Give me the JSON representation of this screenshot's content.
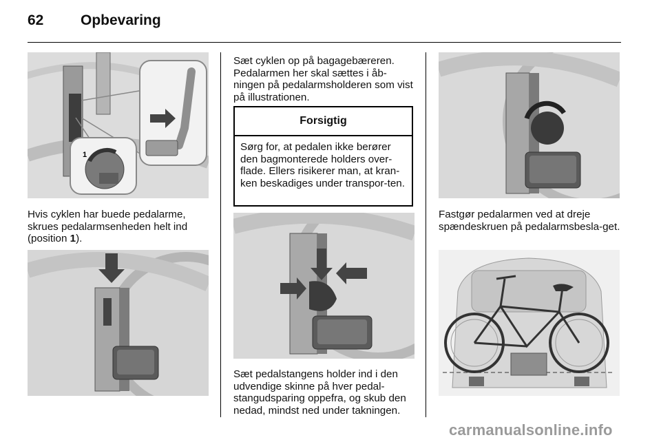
{
  "header": {
    "page_number": "62",
    "chapter_title": "Opbevaring"
  },
  "column1": {
    "paragraph_a": "Hvis cyklen har buede pedalarme, skrues pedalarmsenheden helt ind (position ",
    "paragraph_bold": "1",
    "paragraph_b": ")."
  },
  "column2": {
    "paragraph_top": "Sæt cyklen op på bagagebæreren. Pedalarmen her skal sættes i åb-ningen på pedalarmsholderen som vist på illustrationen.",
    "caution_title": "Forsigtig",
    "caution_text": "Sørg for, at pedalen ikke berører den bagmonterede holders over-flade. Ellers risikerer man, at kran-ken beskadiges under transpor-ten.",
    "paragraph_bottom": "Sæt pedalstangens holder ind i den udvendige skinne på hver pedal-stangudsparing oppefra, og skub den nedad, mindst ned under takningen."
  },
  "column3": {
    "paragraph": "Fastgør pedalarmen ved at dreje spændeskruen på pedalarmsbesla-get."
  },
  "figure_labels": {
    "position_marker": "1"
  },
  "footer": {
    "watermark": "carmanualsonline.info"
  }
}
